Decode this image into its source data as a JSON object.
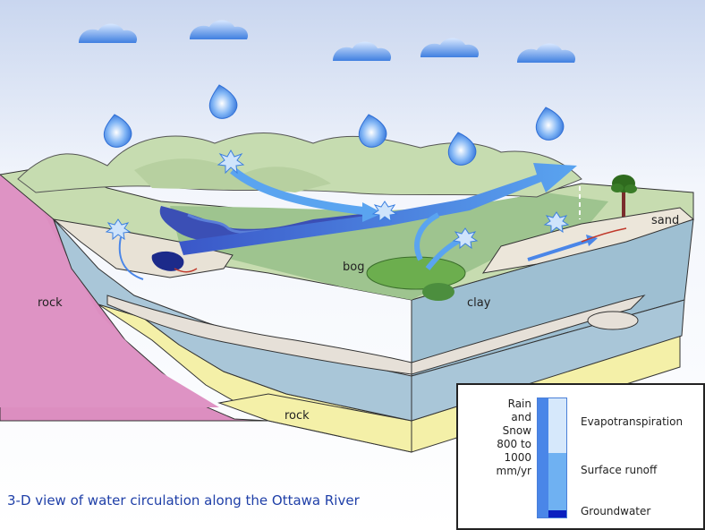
{
  "caption": "3-D view of water circulation along the Ottawa River",
  "labels": {
    "rock_left": "rock",
    "rock_bottom": "rock",
    "clay": "clay",
    "bog": "bog",
    "sand": "sand"
  },
  "legend": {
    "input_lines": [
      "Rain",
      "and",
      "Snow",
      "800 to",
      "1000",
      "mm/yr"
    ],
    "evapotranspiration": "Evapotranspiration",
    "surface_runoff": "Surface runoff",
    "groundwater": "Groundwater",
    "shares": {
      "evapotranspiration": 0.46,
      "surface_runoff": 0.48,
      "groundwater": 0.06
    },
    "colors": {
      "input": "#4a86e8",
      "evapotranspiration": "#d6e8fb",
      "surface_runoff": "#6fb1f2",
      "groundwater": "#0b1fbf"
    }
  },
  "icons": [
    "cloud-icon",
    "raindrop-icon",
    "evaporation-star-icon",
    "tree-icon",
    "flow-arrow-icon"
  ]
}
